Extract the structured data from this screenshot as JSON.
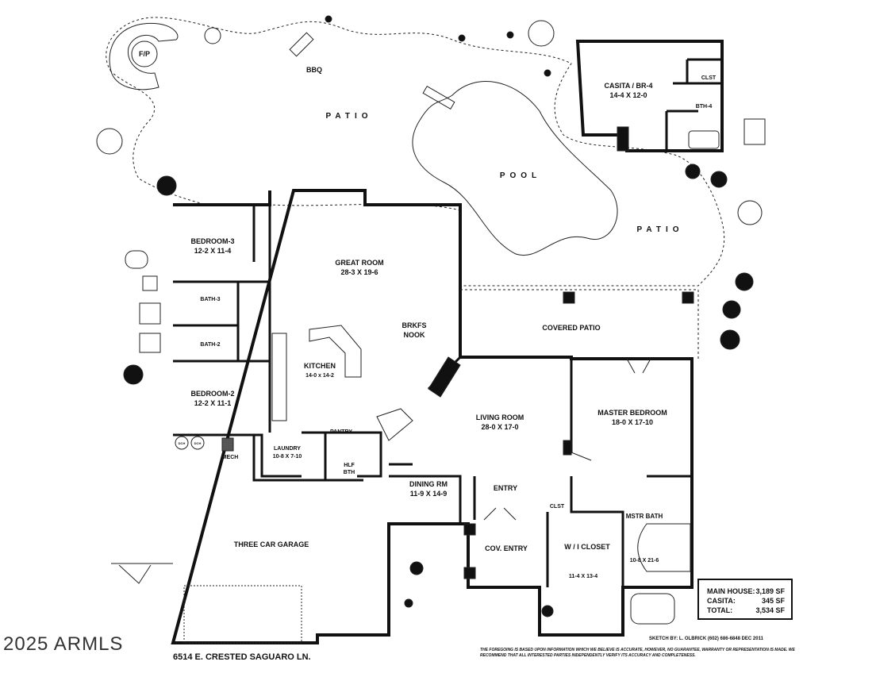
{
  "rooms": {
    "fireplace": "F/P",
    "bbq": "BBQ",
    "patio_north": "PATIO",
    "pool": "POOL",
    "patio_east": "PATIO",
    "casita_name": "CASITA / BR-4",
    "casita_dim": "14-4  X  12-0",
    "casita_closet": "CLST",
    "bath4": "BTH-4",
    "bedroom3_name": "BEDROOM-3",
    "bedroom3_dim": "12-2  X  11-4",
    "bath3": "BATH-3",
    "bath2": "BATH-2",
    "great_room_name": "GREAT ROOM",
    "great_room_dim": "28-3  X  19-6",
    "brkfs_line1": "BRKFS",
    "brkfs_line2": "NOOK",
    "covered_patio": "COVERED PATIO",
    "kitchen_name": "KITCHEN",
    "kitchen_dim": "14-0  x  14-2",
    "bedroom2_name": "BEDROOM-2",
    "bedroom2_dim": "12-2  X  11-1",
    "pantry": "PANTRY",
    "laundry_name": "LAUNDRY",
    "laundry_dim": "10-8  X  7-10",
    "half_bath_line1": "HLF",
    "half_bath_line2": "BTH",
    "mech": "MECH",
    "living_room_name": "LIVING ROOM",
    "living_room_dim": "28-0  X  17-0",
    "master_bedroom_name": "MASTER BEDROOM",
    "master_bedroom_dim": "18-0  X  17-10",
    "dining_name": "DINING RM",
    "dining_dim": "11-9  X  14-9",
    "entry": "ENTRY",
    "closet": "CLST",
    "master_bath_name": "MSTR BATH",
    "master_bath_dim": "10-8  X  21-6",
    "wi_closet_name": "W / I  CLOSET",
    "wi_closet_dim": "11-4  X  13-4",
    "cov_entry": "COV. ENTRY",
    "garage": "THREE CAR GARAGE",
    "heater_left": "DCH",
    "heater_right": "DCH"
  },
  "area_summary": {
    "main_label": "MAIN HOUSE:",
    "main_value": "3,189 SF",
    "casita_label": "CASITA:",
    "casita_value": "345 SF",
    "total_label": "TOTAL:",
    "total_value": "3,534 SF"
  },
  "footer": {
    "address": "6514 E. CRESTED SAGUARO LN.",
    "watermark": "2025 ARMLS",
    "sketch_credit": "SKETCH BY:   L. OLBRICK   (602) 686-6848   DEC 2011",
    "disclaimer": "THE FOREGOING IS BASED UPON INFORMATION WHICH WE BELIEVE IS ACCURATE, HOWEVER, NO GUARANTEE, WARRANTY OR REPRESENTATION IS MADE. WE RECOMMEND THAT ALL INTERESTED PARTIES INDEPENDENTLY VERIFY ITS ACCURACY AND COMPLETENESS."
  },
  "colors": {
    "wall": "#111111",
    "line": "#222222",
    "background": "#ffffff"
  }
}
